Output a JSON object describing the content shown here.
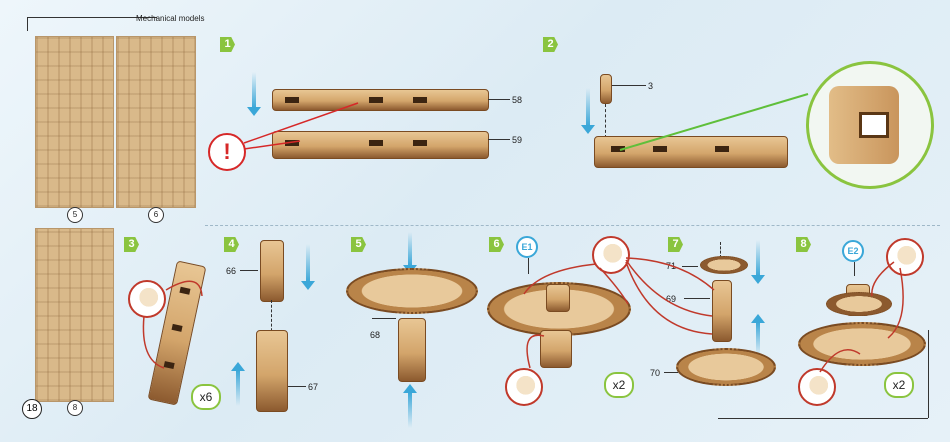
{
  "section_title": "Mechanical models",
  "sheets": [
    {
      "number": "5"
    },
    {
      "number": "6"
    },
    {
      "number": "8"
    }
  ],
  "page_number": "18",
  "steps": [
    {
      "number": "1"
    },
    {
      "number": "2"
    },
    {
      "number": "3"
    },
    {
      "number": "4"
    },
    {
      "number": "5"
    },
    {
      "number": "6"
    },
    {
      "number": "7"
    },
    {
      "number": "8"
    }
  ],
  "parts": {
    "p58": "58",
    "p59": "59",
    "p3": "3",
    "p66": "66",
    "p67": "67",
    "p68": "68",
    "p69": "69",
    "p70": "70",
    "p71": "71"
  },
  "multipliers": {
    "step3": "x6",
    "step6": "x2",
    "step8": "x2"
  },
  "badges": {
    "e1": "E1",
    "e2": "E2"
  },
  "colors": {
    "step_badge": "#8ac43f",
    "arrow": "#3aa7d8",
    "glue_line": "#c0392b",
    "warning": "#d62828",
    "zoom_ring": "#8ac43f"
  },
  "icons": {
    "warning": "exclamation-icon",
    "glue": "glue-applicator-icon"
  }
}
